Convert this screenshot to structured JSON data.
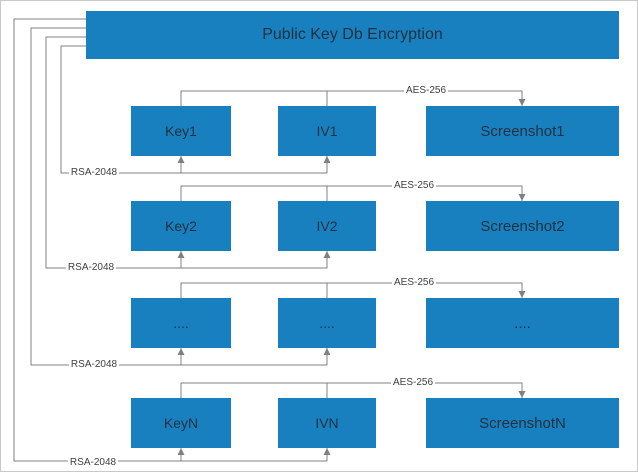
{
  "diagram": {
    "title_node": "Public Key Db Encryption",
    "rows": [
      {
        "key": "Key1",
        "iv": "IV1",
        "screenshot": "Screenshot1"
      },
      {
        "key": "Key2",
        "iv": "IV2",
        "screenshot": "Screenshot2"
      },
      {
        "key": "....",
        "iv": "....",
        "screenshot": "...."
      },
      {
        "key": "KeyN",
        "iv": "IVN",
        "screenshot": "ScreenshotN"
      }
    ],
    "edge_labels": {
      "aes": "AES-256",
      "rsa": "RSA-2048"
    },
    "colors": {
      "node_fill": "#1980c0",
      "node_text": "#223140",
      "connector": "#808080",
      "edge_label_text": "#3f3f3f"
    }
  }
}
